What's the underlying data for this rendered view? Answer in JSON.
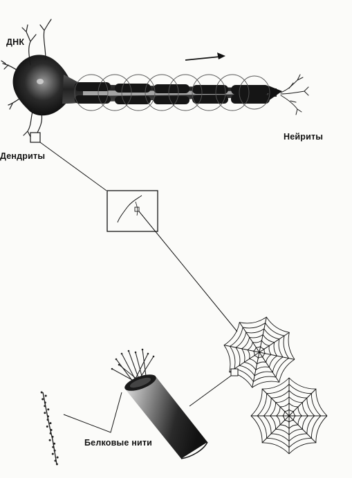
{
  "labels": {
    "dna": "ДНК",
    "dendrites": "Дендриты",
    "neurites": "Нейриты",
    "protein_filaments": "Белковые нити"
  },
  "colors": {
    "ink": "#111111",
    "paper": "#fbfbf9",
    "gray": "#6a6a6a"
  }
}
